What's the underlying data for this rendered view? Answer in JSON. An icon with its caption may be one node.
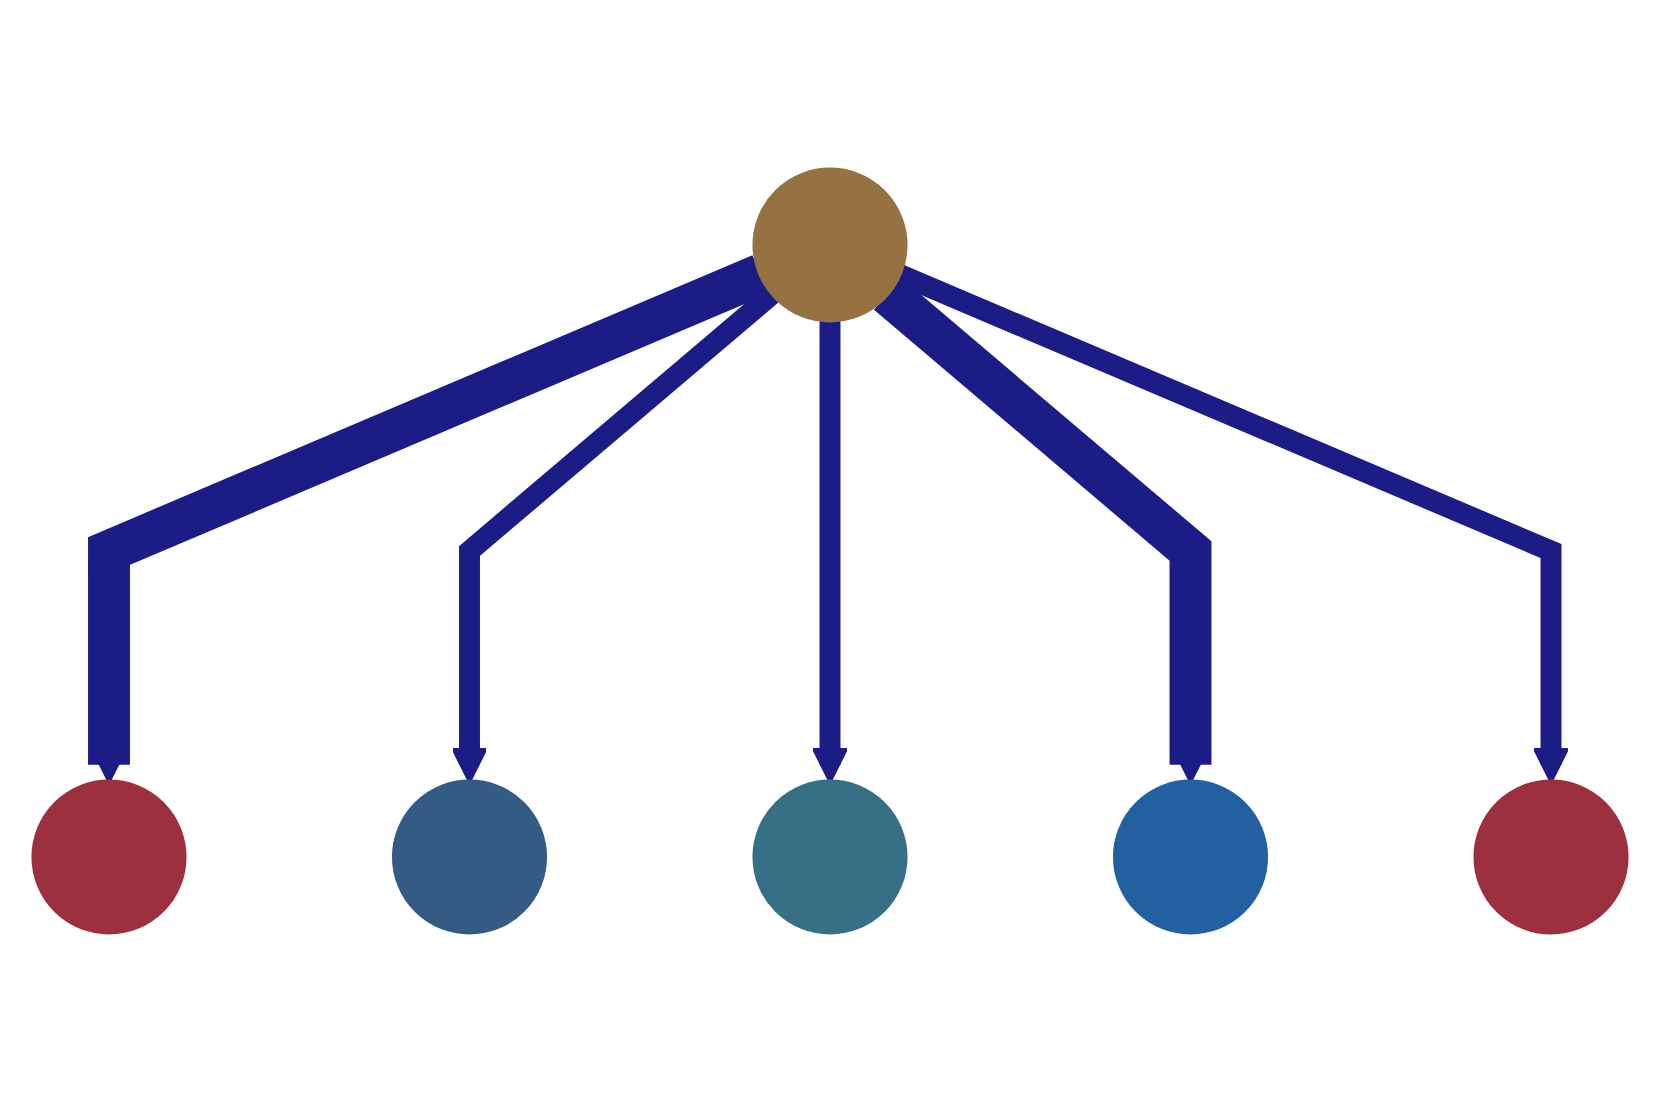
{
  "diagram": {
    "nodes": [
      {
        "text": [],
        "shape": "circle"
      },
      {
        "text": [],
        "shape": "circle"
      },
      {
        "text": [],
        "shape": "circle"
      },
      {
        "text": [],
        "shape": "circle"
      },
      {
        "text": [],
        "shape": "circle"
      },
      {
        "text": [],
        "shape": "circle"
      }
    ],
    "edges": [
      {
        "from": 3,
        "to": 0,
        "arrow": "to",
        "style": "thick"
      },
      {
        "from": 3,
        "to": 1,
        "arrow": "to"
      },
      {
        "from": 3,
        "to": 2,
        "arrow": "to"
      },
      {
        "from": 3,
        "to": 4,
        "arrow": "to",
        "style": "thick"
      },
      {
        "from": 3,
        "to": 5,
        "arrow": "to"
      }
    ]
  }
}
